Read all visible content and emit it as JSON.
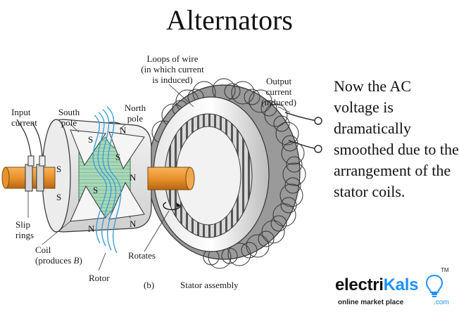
{
  "title": "Alternators",
  "body_text": "Now the AC voltage is dramatically smoothed due to the arrangement of the stator coils.",
  "labels": {
    "loops_of_wire": "Loops of wire",
    "in_which_current": "(in which current",
    "is_induced": "is induced)",
    "output": "Output",
    "current": "current",
    "induced": "(induced)",
    "input": "Input",
    "input_current": "current",
    "south": "South",
    "south_pole": "pole",
    "north": "North",
    "north_pole": "pole",
    "slip": "Slip",
    "rings": "rings",
    "coil": "Coil",
    "produces_b": "(produces B)",
    "rotates": "Rotates",
    "rotor": "Rotor",
    "figure_letter": "(b)",
    "stator_assembly": "Stator assembly"
  },
  "poles": {
    "n": "N",
    "s": "S"
  },
  "logo": {
    "word_start": "electri",
    "word_accent": "Kals",
    "tagline": "online market place",
    "domain": ".com",
    "tm": "TM"
  },
  "colors": {
    "shaft": "#e8922c",
    "field_lines": "#3aa0d8",
    "rotor_core": "#9fd2b0",
    "logo_accent": "#1e90ff"
  }
}
